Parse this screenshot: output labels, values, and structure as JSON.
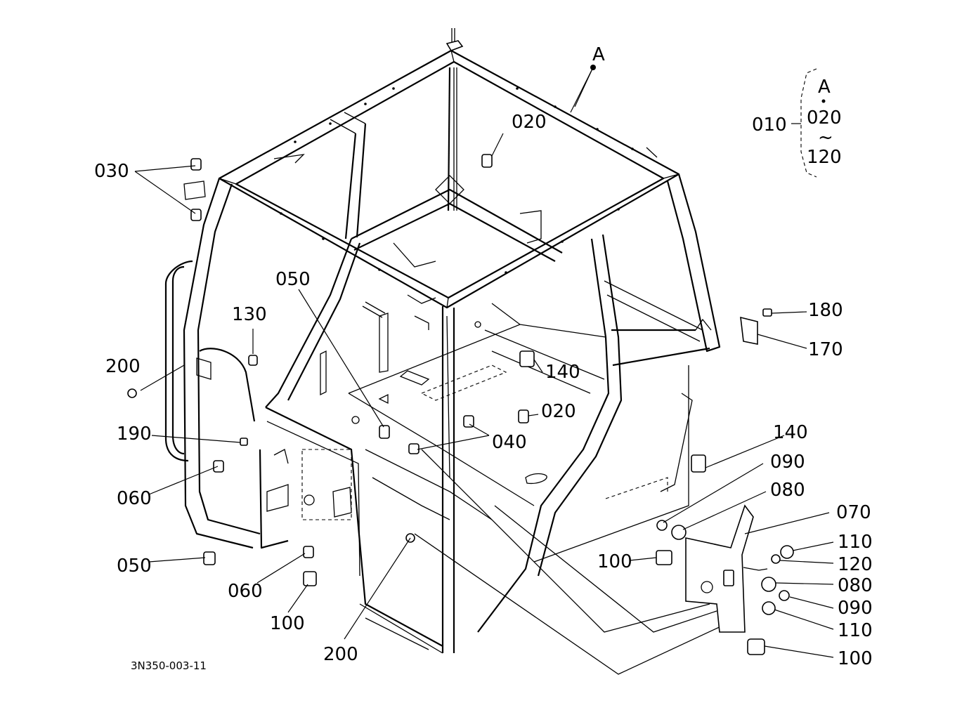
{
  "diagram": {
    "drawing_number": "3N350-003-11",
    "assembly_label": "A",
    "legend": {
      "part": "010",
      "ref": "A",
      "range_start": "020",
      "range_sep": "~",
      "range_end": "120"
    },
    "callouts": [
      {
        "id": "c020a",
        "text": "020"
      },
      {
        "id": "c030",
        "text": "030"
      },
      {
        "id": "c050a",
        "text": "050"
      },
      {
        "id": "c130",
        "text": "130"
      },
      {
        "id": "c200a",
        "text": "200"
      },
      {
        "id": "c190",
        "text": "190"
      },
      {
        "id": "c060a",
        "text": "060"
      },
      {
        "id": "c050b",
        "text": "050"
      },
      {
        "id": "c060b",
        "text": "060"
      },
      {
        "id": "c100a",
        "text": "100"
      },
      {
        "id": "c200b",
        "text": "200"
      },
      {
        "id": "c140a",
        "text": "140"
      },
      {
        "id": "c020b",
        "text": "020"
      },
      {
        "id": "c040",
        "text": "040"
      },
      {
        "id": "c180",
        "text": "180"
      },
      {
        "id": "c170",
        "text": "170"
      },
      {
        "id": "c140b",
        "text": "140"
      },
      {
        "id": "c090a",
        "text": "090"
      },
      {
        "id": "c080a",
        "text": "080"
      },
      {
        "id": "c070",
        "text": "070"
      },
      {
        "id": "c100b",
        "text": "100"
      },
      {
        "id": "c110a",
        "text": "110"
      },
      {
        "id": "c120",
        "text": "120"
      },
      {
        "id": "c080b",
        "text": "080"
      },
      {
        "id": "c090b",
        "text": "090"
      },
      {
        "id": "c110b",
        "text": "110"
      },
      {
        "id": "c100c",
        "text": "100"
      }
    ]
  }
}
